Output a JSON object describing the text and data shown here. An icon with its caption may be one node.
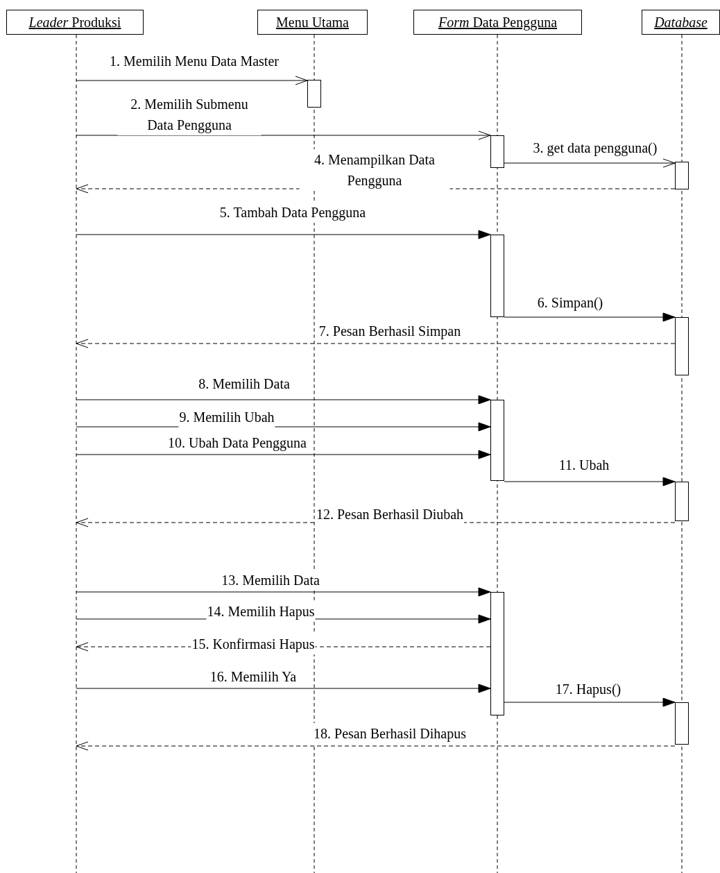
{
  "diagram": {
    "nodes": [
      {
        "text": [
          "*Leader* Produksi"
        ]
      },
      {
        "text": [
          "Menu Utama"
        ]
      },
      {
        "text": [
          "*Form* Data Pengguna"
        ]
      },
      {
        "text": [
          "Database"
        ]
      },
      {
        "text": [],
        "shape": "bar"
      },
      {
        "text": [],
        "shape": "bar"
      },
      {
        "text": [],
        "shape": "bar"
      },
      {
        "text": [],
        "shape": "bar"
      },
      {
        "text": [],
        "shape": "bar"
      },
      {
        "text": [],
        "shape": "bar"
      },
      {
        "text": [],
        "shape": "bar"
      },
      {
        "text": [],
        "shape": "bar"
      },
      {
        "text": [],
        "shape": "bar"
      }
    ],
    "edges": [
      {
        "from": 0,
        "to": 4,
        "arrow": "to",
        "label": "1. Memilih Menu Data Master"
      },
      {
        "from": 0,
        "to": 5,
        "arrow": "to",
        "label": "2. Memilih Submenu Data Pengguna"
      },
      {
        "from": 5,
        "to": 6,
        "arrow": "to",
        "label": "3. get data pengguna()"
      },
      {
        "from": 6,
        "to": 0,
        "arrow": "to",
        "style": "dashed",
        "label": "4. Menampilkan Data Pengguna"
      },
      {
        "from": 0,
        "to": 7,
        "arrow": "to",
        "label": "5. Tambah Data Pengguna"
      },
      {
        "from": 7,
        "to": 8,
        "arrow": "to",
        "label": "6. Simpan()"
      },
      {
        "from": 8,
        "to": 0,
        "arrow": "to",
        "style": "dashed",
        "label": "7. Pesan Berhasil Simpan"
      },
      {
        "from": 0,
        "to": 9,
        "arrow": "to",
        "label": "8. Memilih Data"
      },
      {
        "from": 0,
        "to": 9,
        "arrow": "to",
        "label": "9. Memilih Ubah"
      },
      {
        "from": 0,
        "to": 9,
        "arrow": "to",
        "label": "10. Ubah Data Pengguna"
      },
      {
        "from": 9,
        "to": 10,
        "arrow": "to",
        "label": "11. Ubah"
      },
      {
        "from": 10,
        "to": 0,
        "arrow": "to",
        "style": "dashed",
        "label": "12. Pesan Berhasil Diubah"
      },
      {
        "from": 0,
        "to": 11,
        "arrow": "to",
        "label": "13. Memilih Data"
      },
      {
        "from": 0,
        "to": 11,
        "arrow": "to",
        "label": "14. Memilih Hapus"
      },
      {
        "from": 11,
        "to": 0,
        "arrow": "to",
        "style": "dashed",
        "label": "15. Konfirmasi Hapus"
      },
      {
        "from": 0,
        "to": 11,
        "arrow": "to",
        "label": "16. Memilih Ya"
      },
      {
        "from": 11,
        "to": 12,
        "arrow": "to",
        "label": "17. Hapus()"
      },
      {
        "from": 12,
        "to": 0,
        "arrow": "to",
        "style": "dashed",
        "label": "18. Pesan Berhasil Dihapus"
      }
    ]
  }
}
